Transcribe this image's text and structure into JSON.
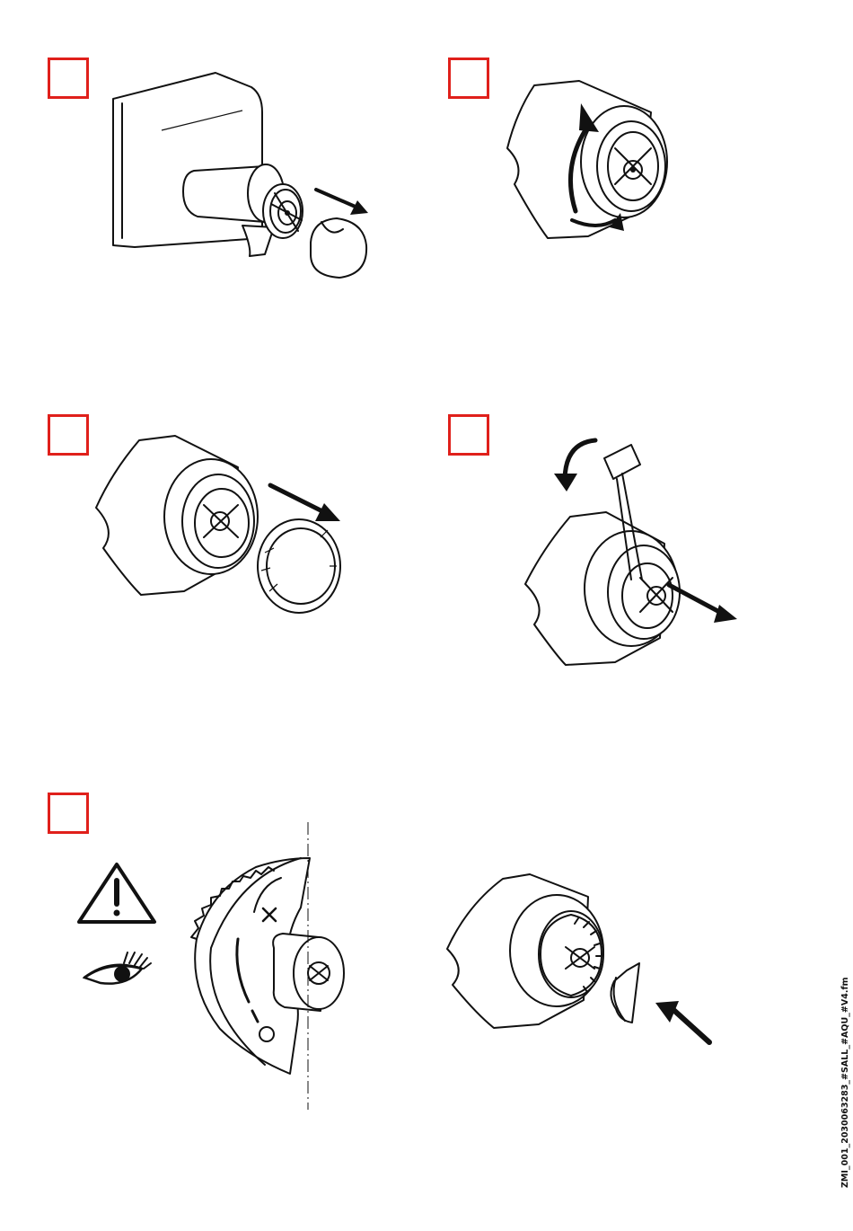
{
  "document": {
    "file_id": "ZMI_001_2030063283_#SALL_#AQU_#V4.fm"
  },
  "colors": {
    "step_box_border": "#e0201b",
    "ink": "#111111"
  },
  "steps": [
    {
      "label": "",
      "illustration": "remove-handle-cap"
    },
    {
      "label": "",
      "illustration": "rotate-thermostat-ring"
    },
    {
      "label": "",
      "illustration": "pull-off-ring"
    },
    {
      "label": "",
      "illustration": "screwdriver-remove-insert"
    },
    {
      "label": "",
      "illustration": "check-dial-orientation"
    }
  ],
  "icons": [
    "warning-triangle-icon",
    "eye-icon"
  ]
}
